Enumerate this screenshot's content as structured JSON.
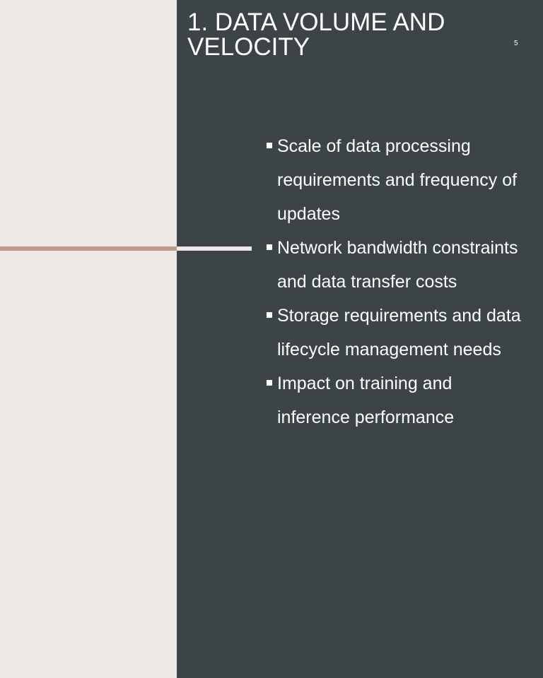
{
  "slide": {
    "title": "1. DATA VOLUME AND VELOCITY",
    "number": "5",
    "bullets": [
      {
        "text": "Scale of data processing requirements and frequency of updates"
      },
      {
        "text": "Network bandwidth constraints and data transfer costs"
      },
      {
        "text": "Storage requirements and data lifecycle management needs"
      },
      {
        "text": "Impact on training and inference performance"
      }
    ],
    "bullet_icon": "square-bullet-icon"
  },
  "colors": {
    "left_panel": "#ede8e5",
    "right_panel": "#3c4446",
    "accent_line": "#bf9a88",
    "text": "#ffffff"
  }
}
